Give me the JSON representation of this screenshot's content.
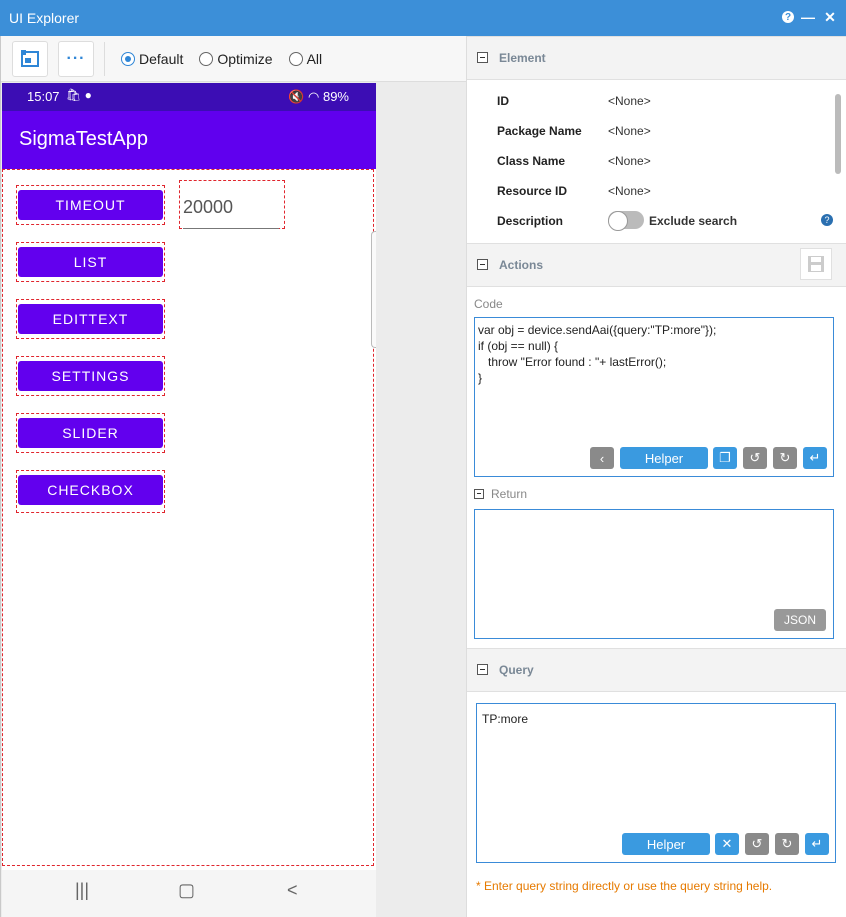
{
  "window": {
    "title": "UI Explorer"
  },
  "toolbar": {
    "radios": [
      {
        "label": "Default",
        "checked": true
      },
      {
        "label": "Optimize",
        "checked": false
      },
      {
        "label": "All",
        "checked": false
      }
    ]
  },
  "phone": {
    "time": "15:07",
    "battery": "89%",
    "app_title": "SigmaTestApp",
    "buttons": [
      "TIMEOUT",
      "LIST",
      "EDITTEXT",
      "SETTINGS",
      "SLIDER",
      "CHECKBOX"
    ],
    "timeout_value": "20000",
    "nav": {
      "recent": "|||",
      "home": "▢",
      "back": "<"
    }
  },
  "element": {
    "header": "Element",
    "props": [
      {
        "key": "ID",
        "value": "<None>"
      },
      {
        "key": "Package Name",
        "value": "<None>"
      },
      {
        "key": "Class Name",
        "value": "<None>"
      },
      {
        "key": "Resource ID",
        "value": "<None>"
      },
      {
        "key": "Description",
        "toggle_label": "Exclude search"
      }
    ]
  },
  "actions": {
    "header": "Actions",
    "code_label": "Code",
    "code": "var obj = device.sendAai({query:\"TP:more\"});\nif (obj == null) {\n   throw \"Error found : \"+ lastError();\n}",
    "helper_label": "Helper",
    "return_label": "Return",
    "json_label": "JSON"
  },
  "query": {
    "header": "Query",
    "value": "TP:more",
    "helper_label": "Helper",
    "hint": "* Enter query string directly or use the query string help."
  },
  "colors": {
    "accent": "#3c8fd8",
    "app_purple": "#6200ee",
    "status_purple": "#3c0db4",
    "hint_orange": "#e67a00"
  }
}
